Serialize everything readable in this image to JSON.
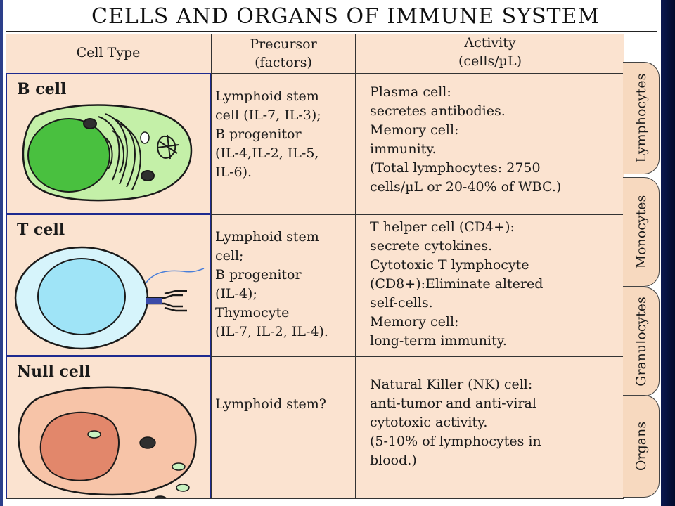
{
  "title": "CELLS AND ORGANS OF IMMUNE SYSTEM",
  "headers": {
    "cell_type": "Cell Type",
    "precursor": [
      "Precursor",
      "(factors)"
    ],
    "activity": [
      "Activity",
      "(cells/µL)"
    ]
  },
  "rows": [
    {
      "cell_type": "B cell",
      "precursor": [
        "Lymphoid stem",
        " cell (IL-7, IL-3);",
        "B progenitor",
        "(IL-4,IL-2, IL-5,",
        " IL-6)."
      ],
      "activity": [
        "Plasma cell:",
        "secretes antibodies.",
        "Memory cell:",
        "immunity.",
        "(Total lymphocytes: 2750",
        "cells/µL or 20-40% of WBC.)"
      ]
    },
    {
      "cell_type": "T cell",
      "precursor": [
        "Lymphoid stem",
        " cell;",
        "B progenitor",
        "(IL-4);",
        "Thymocyte",
        "(IL-7, IL-2, IL-4)."
      ],
      "activity": [
        "T helper cell (CD4+):",
        "secrete cytokines.",
        "Cytotoxic T lymphocyte",
        "(CD8+):Eliminate altered",
        "self-cells.",
        "Memory cell:",
        "long-term immunity."
      ]
    },
    {
      "cell_type": "Null cell",
      "precursor": [
        "Lymphoid stem?"
      ],
      "activity": [
        "Natural Killer (NK) cell:",
        "anti-tumor and anti-viral",
        "cytotoxic activity.",
        "(5-10% of lymphocytes in",
        "blood.)"
      ]
    }
  ],
  "tabs": [
    "Lymphocytes",
    "Monocytes",
    "Granulocytes",
    "Organs"
  ],
  "colors": {
    "table_bg": "#fbe3d0",
    "b_cell_body": "#c4f0a8",
    "b_cell_nucleus": "#49c03f",
    "t_cell_body": "#d6f4fb",
    "t_cell_nucleus": "#9fe4f7",
    "null_cell_body": "#f7c4a8",
    "null_cell_nucleus": "#e2876b",
    "row_border": "#1d2a8f"
  }
}
